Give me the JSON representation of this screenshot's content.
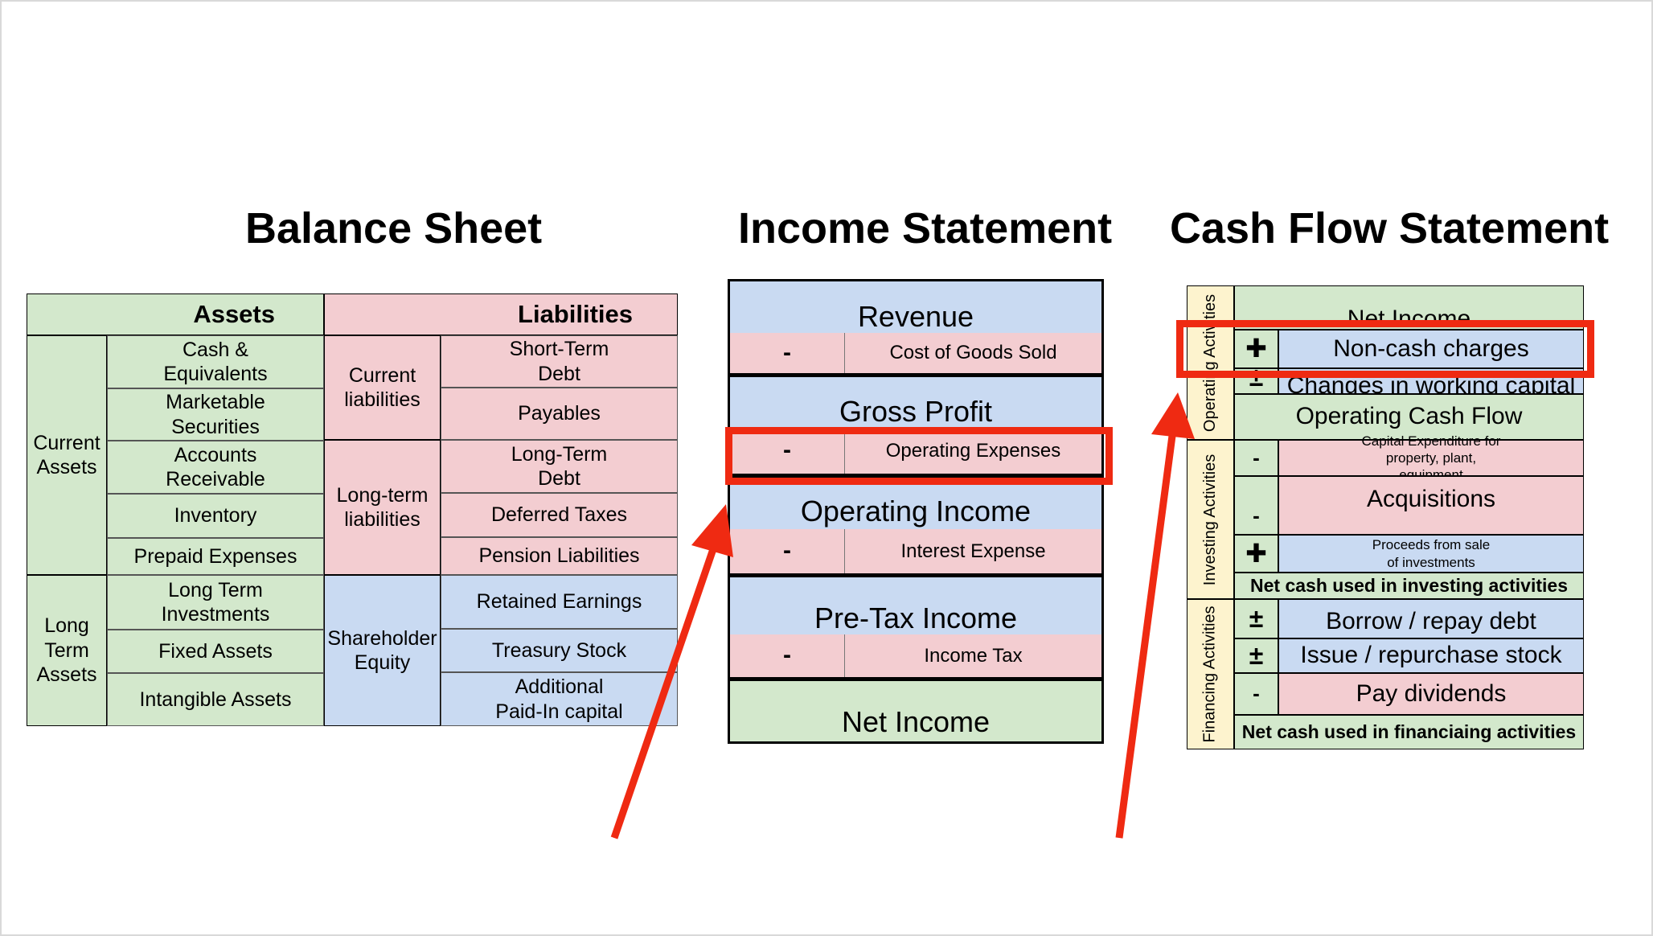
{
  "titles": {
    "balance_sheet": "Balance Sheet",
    "income_statement": "Income Statement",
    "cash_flow_statement": "Cash Flow Statement"
  },
  "balance_sheet": {
    "assets_header": "Assets",
    "liabilities_header": "Liabilities",
    "current_assets": "Current Assets",
    "long_term_assets": "Long Term Assets",
    "cash_equivalents": "Cash & Equivalents",
    "marketable_securities": "Marketable Securities",
    "accounts_receivable": "Accounts Receivable",
    "inventory": "Inventory",
    "prepaid_expenses": "Prepaid Expenses",
    "long_term_investments": "Long Term Investments",
    "fixed_assets": "Fixed Assets",
    "intangible_assets": "Intangible Assets",
    "current_liabilities": "Current liabilities",
    "long_term_liabilities": "Long-term liabilities",
    "shareholder_equity": "Shareholder Equity",
    "short_term_debt": "Short-Term Debt",
    "payables": "Payables",
    "long_term_debt": "Long-Term Debt",
    "deferred_taxes": "Deferred Taxes",
    "pension_liabilities": "Pension Liabilities",
    "retained_earnings": "Retained Earnings",
    "treasury_stock": "Treasury Stock",
    "additional_paid_in": "Additional Paid-In capital"
  },
  "income_statement": {
    "revenue": "Revenue",
    "cogs": "Cost of Goods Sold",
    "gross_profit": "Gross Profit",
    "operating_expenses": "Operating Expenses",
    "operating_income": "Operating Income",
    "interest_expense": "Interest Expense",
    "pre_tax_income": "Pre-Tax Income",
    "income_tax": "Income Tax",
    "net_income": "Net Income",
    "minus": "-"
  },
  "cash_flow": {
    "operating_activities": "Operating Activities",
    "investing_activities": "Investing Activities",
    "financing_activities": "Financing Activities",
    "net_income": "Net Income",
    "non_cash_charges": "Non-cash charges",
    "changes_working_capital": "Changes in working capital",
    "operating_cash_flow": "Operating Cash Flow",
    "capex": "Capital Expenditure for property, plant, equipment",
    "acquisitions": "Acquisitions",
    "proceeds": "Proceeds from sale of investments",
    "net_investing": "Net cash used in investing activities",
    "borrow_repay": "Borrow / repay debt",
    "issue_repurchase": "Issue / repurchase stock",
    "pay_dividends": "Pay dividends",
    "net_financing": "Net cash used in financiaing activities",
    "plus": "✚",
    "plus_minus": "±",
    "minus": "-"
  },
  "colors": {
    "green": "#d3e8cc",
    "pink": "#f3cdd1",
    "blue": "#c9daf2",
    "yellow": "#fdf3ce",
    "highlight_red": "#ef2a12"
  }
}
